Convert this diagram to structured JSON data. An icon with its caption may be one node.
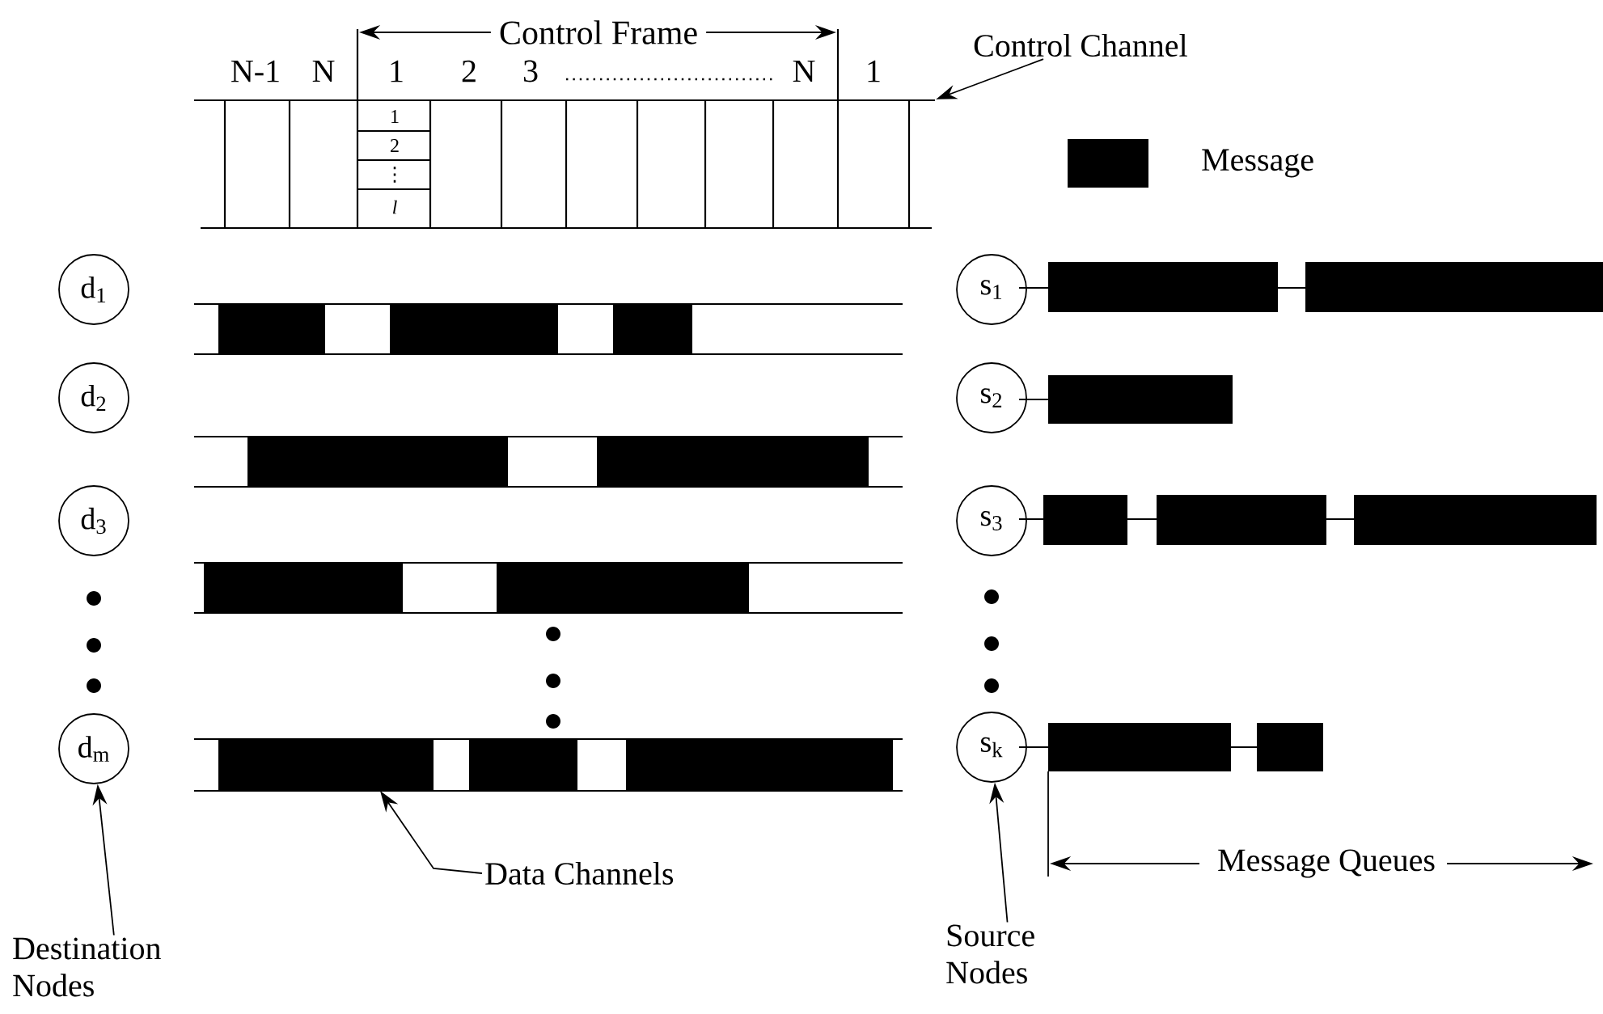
{
  "diagram": {
    "nodes": [
      {
        "text": [],
        "shape": "bar"
      },
      {
        "text": [
          "Control Channel"
        ]
      },
      {
        "text": [
          "d$_{1}$"
        ]
      },
      {
        "text": [
          "d$_{2}$"
        ]
      },
      {
        "text": [
          "d$_{3}$"
        ]
      },
      {
        "text": [
          "d$_{m}$"
        ]
      },
      {
        "text": [],
        "shape": "bar"
      },
      {
        "text": [],
        "shape": "bar"
      },
      {
        "text": [],
        "shape": "bar"
      },
      {
        "text": [],
        "shape": "bar"
      },
      {
        "text": [
          "s$_{1}$"
        ]
      },
      {
        "text": [
          "s$_{2}$"
        ]
      },
      {
        "text": [
          "s$_{3}$"
        ]
      },
      {
        "text": [
          "s$_{k}$"
        ]
      },
      {
        "text": [
          "Data Channels"
        ]
      },
      {
        "text": [
          "Destination Nodes"
        ]
      },
      {
        "text": [
          "Source Nodes"
        ]
      }
    ],
    "edges": [
      {
        "from": 1,
        "to": 0,
        "arrow": "to"
      },
      {
        "from": 14,
        "to": 9,
        "arrow": "to"
      },
      {
        "from": 15,
        "to": 5,
        "arrow": "to"
      },
      {
        "from": 16,
        "to": 13,
        "arrow": "to"
      }
    ],
    "labels": [
      "N-1",
      "N",
      "1",
      "2",
      "3",
      "N",
      "1",
      "1",
      "2",
      "⋮",
      "l",
      "Control Frame",
      "Message Queues"
    ],
    "legend": [
      {
        "text": "Message",
        "color": "#000000"
      }
    ]
  }
}
